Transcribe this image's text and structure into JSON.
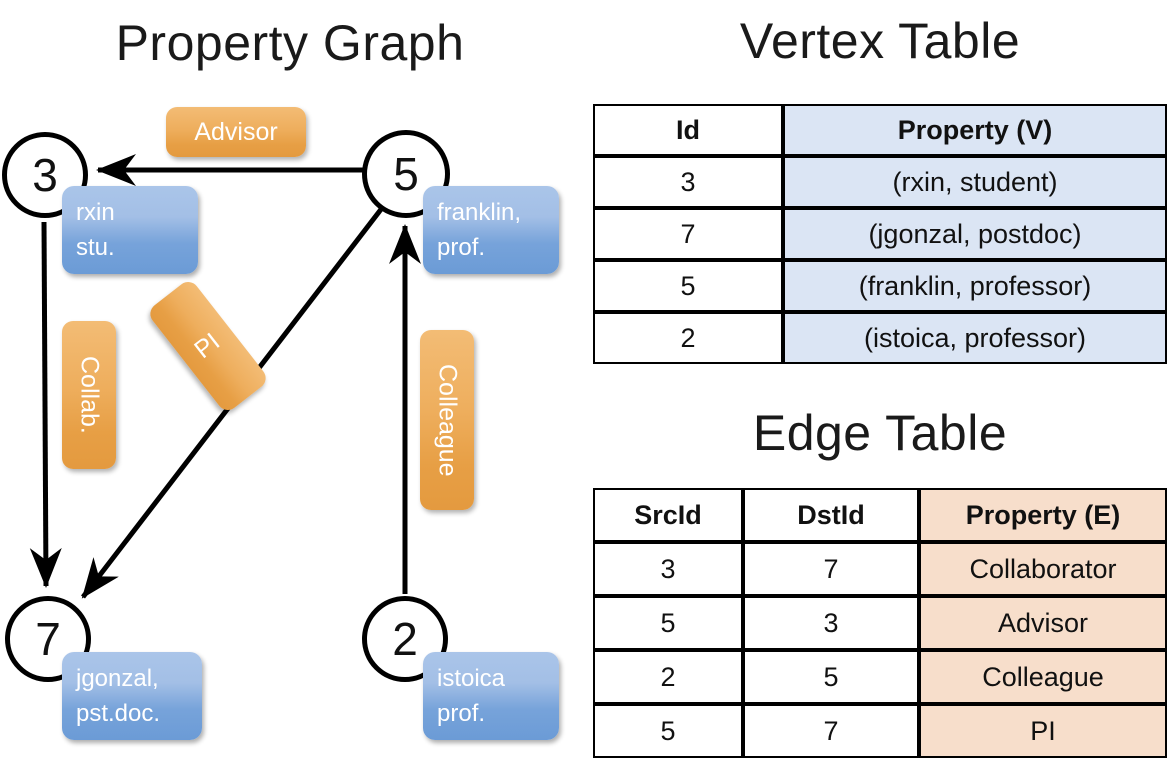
{
  "panels": {
    "graph_title": "Property Graph",
    "vertex_title": "Vertex Table",
    "edge_title": "Edge Table"
  },
  "colors": {
    "vertex_property_fill": "#dbe5f4",
    "edge_property_fill": "#f7decb",
    "node_property_box": "#6b9bd6",
    "edge_label_box": "#e79f45",
    "stroke": "#000000",
    "background": "#ffffff"
  },
  "graph": {
    "nodes": [
      {
        "id": "3",
        "label": "3",
        "property_lines": [
          "rxin",
          "stu."
        ]
      },
      {
        "id": "5",
        "label": "5",
        "property_lines": [
          "franklin,",
          "prof."
        ]
      },
      {
        "id": "7",
        "label": "7",
        "property_lines": [
          "jgonzal,",
          "pst.doc."
        ]
      },
      {
        "id": "2",
        "label": "2",
        "property_lines": [
          "istoica",
          "prof."
        ]
      }
    ],
    "edge_labels": [
      {
        "key": "advisor",
        "text": "Advisor",
        "orientation": "horizontal"
      },
      {
        "key": "collab",
        "text": "Collab.",
        "orientation": "vertical"
      },
      {
        "key": "pi",
        "text": "PI",
        "orientation": "rotated"
      },
      {
        "key": "colleague",
        "text": "Colleague",
        "orientation": "vertical"
      }
    ],
    "edges": [
      {
        "from": "5",
        "to": "3",
        "label": "Advisor"
      },
      {
        "from": "3",
        "to": "7",
        "label": "Collab."
      },
      {
        "from": "5",
        "to": "7",
        "label": "PI"
      },
      {
        "from": "2",
        "to": "5",
        "label": "Colleague"
      }
    ]
  },
  "vertex_table": {
    "headers": [
      "Id",
      "Property (V)"
    ],
    "rows": [
      {
        "id": "3",
        "property": "(rxin, student)"
      },
      {
        "id": "7",
        "property": "(jgonzal, postdoc)"
      },
      {
        "id": "5",
        "property": "(franklin, professor)"
      },
      {
        "id": "2",
        "property": "(istoica, professor)"
      }
    ]
  },
  "edge_table": {
    "headers": [
      "SrcId",
      "DstId",
      "Property (E)"
    ],
    "rows": [
      {
        "src": "3",
        "dst": "7",
        "property": "Collaborator"
      },
      {
        "src": "5",
        "dst": "3",
        "property": "Advisor"
      },
      {
        "src": "2",
        "dst": "5",
        "property": "Colleague"
      },
      {
        "src": "5",
        "dst": "7",
        "property": "PI"
      }
    ]
  }
}
